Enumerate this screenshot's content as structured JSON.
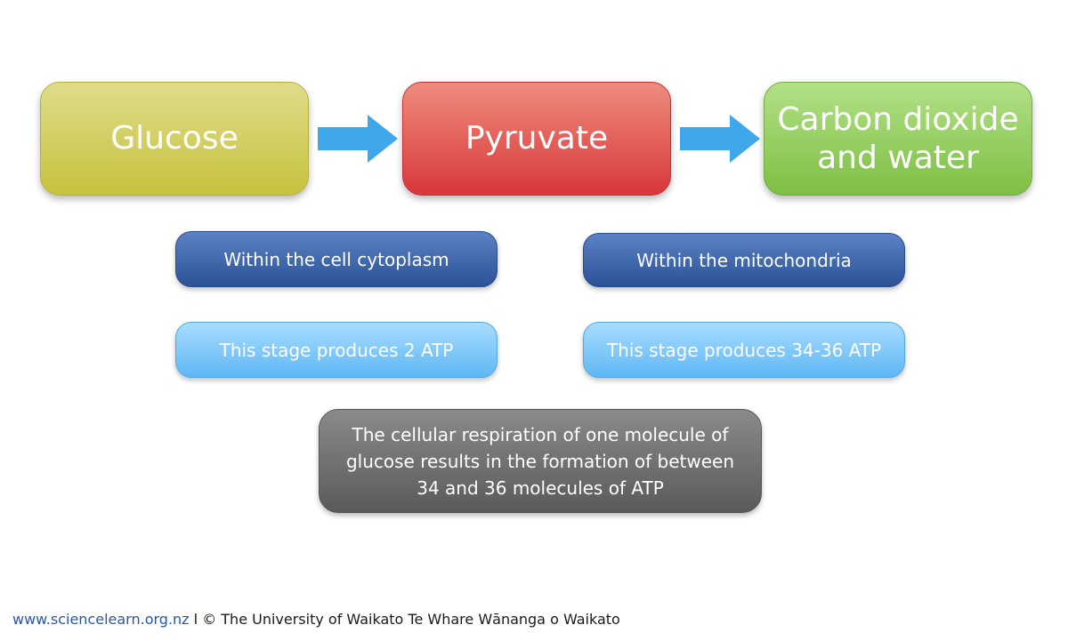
{
  "stages": {
    "glucose": "Glucose",
    "pyruvate": "Pyruvate",
    "co2_line1": "Carbon dioxide",
    "co2_line2": "and water"
  },
  "locations": {
    "first": "Within the cell cytoplasm",
    "second": "Within the mitochondria"
  },
  "atp": {
    "first": "This stage produces 2 ATP",
    "second": "This stage produces 34-36 ATP"
  },
  "summary": {
    "line1": "The cellular respiration of one molecule of",
    "line2": "glucose results in the formation of between",
    "line3": "34 and 36 molecules of ATP"
  },
  "footer": {
    "url": "www.sciencelearn.org.nz",
    "separator": " l ",
    "copyright": "© The University of Waikato Te Whare Wānanga o Waikato"
  },
  "colors": {
    "arrow": "#3ea8ea",
    "glucose": "#c7c33e",
    "pyruvate": "#d8373a",
    "co2": "#7ebf45",
    "location_pill": "#2b5297",
    "atp_pill": "#5eb8f4",
    "summary": "#5a5a5a"
  },
  "icons": {
    "arrow": "right-arrow-icon"
  }
}
